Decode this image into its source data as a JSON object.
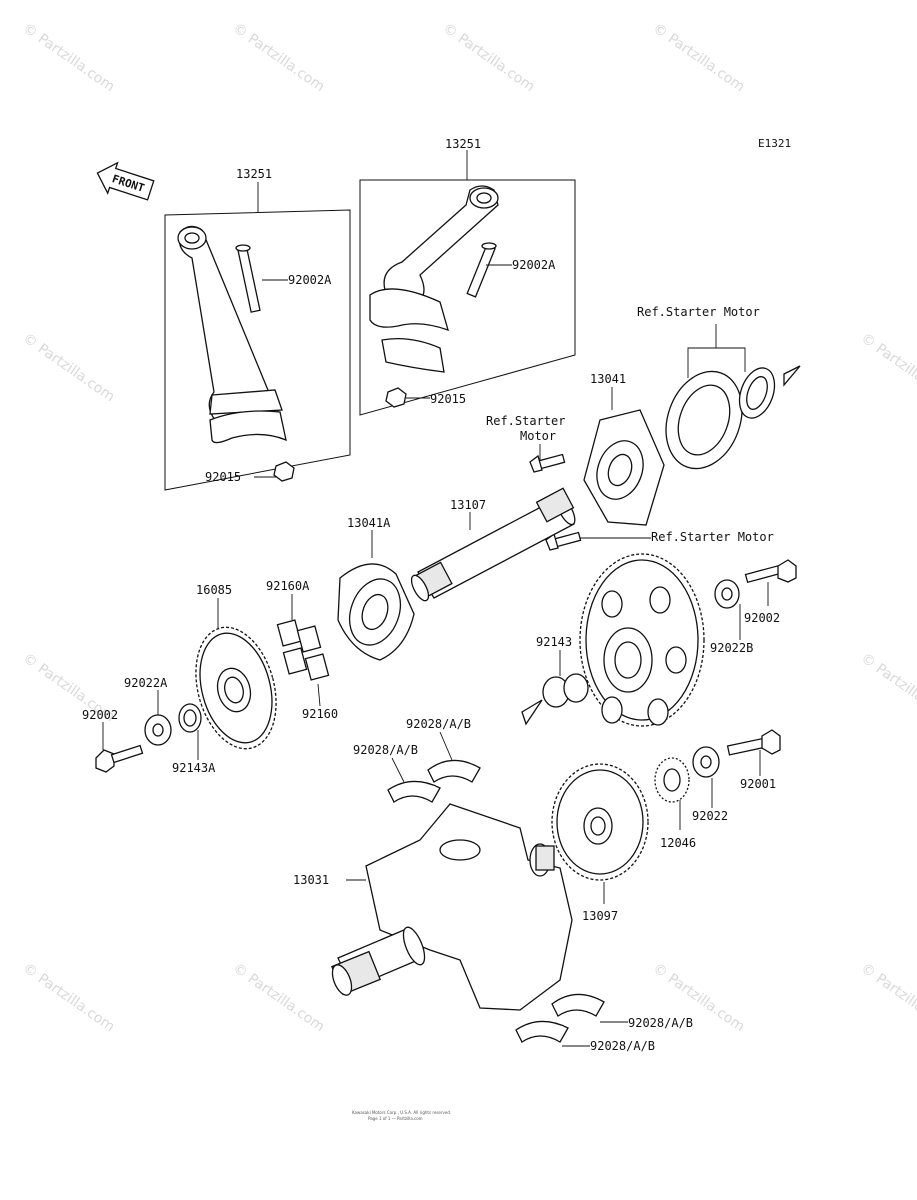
{
  "diagram_code": "E1321",
  "front_label": "FRONT",
  "watermark": "© Partzilla.com",
  "footer": {
    "line1": "Kawasaki Motors Corp., U.S.A. All rights reserved.",
    "line2": "Page 1 of 1 — Partzilla.com"
  },
  "labels": {
    "p13251_left": "13251",
    "p13251_right": "13251",
    "p92002A_left": "92002A",
    "p92002A_right": "92002A",
    "p92015_left": "92015",
    "p92015_right": "92015",
    "ref_starter_top": "Ref.Starter Motor",
    "p13041": "13041",
    "ref_starter_mid_1": "Ref.Starter",
    "ref_starter_mid_2": "Motor",
    "p13107": "13107",
    "ref_starter_right": "Ref.Starter Motor",
    "p13041A": "13041A",
    "p16085": "16085",
    "p92160A": "92160A",
    "p92160": "92160",
    "p92022A": "92022A",
    "p92002_left": "92002",
    "p92143A": "92143A",
    "p92143": "92143",
    "p92002_right": "92002",
    "p92022B": "92022B",
    "p92028_1": "92028/A/B",
    "p92028_2": "92028/A/B",
    "p92028_3": "92028/A/B",
    "p92028_4": "92028/A/B",
    "p92001": "92001",
    "p92022": "92022",
    "p12046": "12046",
    "p13031": "13031",
    "p13097": "13097"
  }
}
